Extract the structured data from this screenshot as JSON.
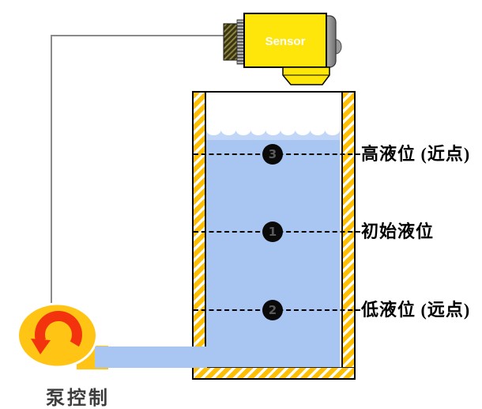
{
  "diagram": {
    "sensor": {
      "label": "Sensor"
    },
    "pump": {
      "label": "泵控制"
    },
    "levels": [
      {
        "marker": "3",
        "name": "high",
        "label": "高液位 (近点)"
      },
      {
        "marker": "1",
        "name": "initial",
        "label": "初始液位"
      },
      {
        "marker": "2",
        "name": "low",
        "label": "低液位 (远点)"
      }
    ],
    "colors": {
      "water": "#A9C6F3",
      "water_surface": "#C2D6F8",
      "tank_wall": "#FFC004",
      "sensor_body": "#FFE60A",
      "pump_body": "#FFC414",
      "rotation_arrow": "#F2330D",
      "cable": "#8A8A8A"
    }
  }
}
